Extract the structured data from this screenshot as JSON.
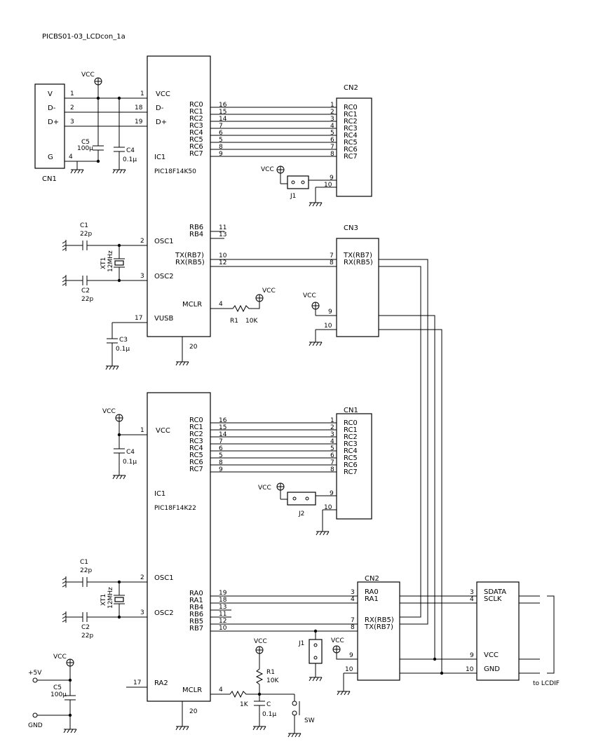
{
  "title": "PICBS01-03_LCDcon_1a",
  "nets": {
    "vcc": "VCC",
    "plus5v": "+5V",
    "gnd": "GND",
    "to_lcdif": "to LCDIF"
  },
  "ic_top": {
    "ref": "IC1",
    "part": "PIC18F14K50",
    "pins_left": [
      "VCC",
      "D-",
      "D+",
      "OSC1",
      "OSC2",
      "VUSB"
    ],
    "pins_left_nums": [
      "1",
      "18",
      "19",
      "2",
      "3",
      "17"
    ],
    "rc_names": [
      "RC0",
      "RC1",
      "RC2",
      "RC3",
      "RC4",
      "RC5",
      "RC6",
      "RC7"
    ],
    "rc_nums": [
      "16",
      "15",
      "14",
      "7",
      "6",
      "5",
      "8",
      "9"
    ],
    "rb_names": [
      "RB6",
      "RB4"
    ],
    "rb_nums": [
      "11",
      "13"
    ],
    "tx": "TX(RB7)",
    "rx": "RX(RB5)",
    "tx_num": "10",
    "rx_num": "12",
    "mclr": "MCLR",
    "mclr_num": "4",
    "gnd_num": "20"
  },
  "cn1_usb": {
    "ref": "CN1",
    "pins": [
      "V",
      "D-",
      "D+",
      "G"
    ],
    "nums": [
      "1",
      "2",
      "3",
      "4"
    ]
  },
  "cn2_top": {
    "ref": "CN2",
    "labels": [
      "RC0",
      "RC1",
      "RC2",
      "RC3",
      "RC4",
      "RC5",
      "RC6",
      "RC7"
    ],
    "nums": [
      "1",
      "2",
      "3",
      "4",
      "5",
      "6",
      "7",
      "8",
      "9",
      "10"
    ]
  },
  "cn3": {
    "ref": "CN3",
    "tx": "TX(RB7)",
    "rx": "RX(RB5)",
    "nums": [
      "7",
      "8",
      "9",
      "10"
    ]
  },
  "parts_top": {
    "c5": "C5",
    "c5_val": "100μ",
    "c4": "C4",
    "c4_val": "0.1μ",
    "c1": "C1",
    "c1_val": "22p",
    "c2": "C2",
    "c2_val": "22p",
    "xt1": "XT1",
    "xt1_val": "12MHz",
    "c3": "C3",
    "c3_val": "0.1μ",
    "r1": "R1",
    "r1_val": "10K",
    "j1": "J1"
  },
  "ic_bottom": {
    "ref": "IC1",
    "part": "PIC18F14K22",
    "pins_left": [
      "VCC",
      "OSC1",
      "OSC2",
      "RA2"
    ],
    "pins_left_nums": [
      "1",
      "2",
      "3",
      "17"
    ],
    "rc_names": [
      "RC0",
      "RC1",
      "RC2",
      "RC3",
      "RC4",
      "RC5",
      "RC6",
      "RC7"
    ],
    "rc_nums": [
      "16",
      "15",
      "14",
      "7",
      "6",
      "5",
      "8",
      "9"
    ],
    "ra_names": [
      "RA0",
      "RA1",
      "RB4",
      "RB6",
      "RB5",
      "RB7"
    ],
    "ra_nums": [
      "19",
      "18",
      "13",
      "11",
      "12",
      "10"
    ],
    "mclr": "MCLR",
    "mclr_num": "4",
    "gnd_num": "20"
  },
  "cn1_bottom": {
    "ref": "CN1",
    "labels": [
      "RC0",
      "RC1",
      "RC2",
      "RC3",
      "RC4",
      "RC5",
      "RC6",
      "RC7"
    ],
    "nums": [
      "1",
      "2",
      "3",
      "4",
      "5",
      "6",
      "7",
      "8",
      "9",
      "10"
    ]
  },
  "cn2_bottom": {
    "ref": "CN2",
    "labels": [
      "RA0",
      "RA1",
      "RX(RB5)",
      "TX(RB7)"
    ],
    "nums": [
      "3",
      "4",
      "7",
      "8",
      "9",
      "10"
    ]
  },
  "lcd_conn": {
    "labels": [
      "SDATA",
      "SCLK",
      "VCC",
      "GND"
    ],
    "nums": [
      "3",
      "4",
      "9",
      "10"
    ]
  },
  "parts_bottom": {
    "c4": "C4",
    "c4_val": "0.1μ",
    "c1": "C1",
    "c1_val": "22p",
    "c2": "C2",
    "c2_val": "22p",
    "xt1": "XT1",
    "xt1_val": "12MHz",
    "j2": "J2",
    "j1": "J1",
    "r1": "R1",
    "r1_val": "10K",
    "r_mclr": "1K",
    "c": "C",
    "c_val": "0.1μ",
    "sw": "SW",
    "c5": "C5",
    "c5_val": "100μ"
  }
}
